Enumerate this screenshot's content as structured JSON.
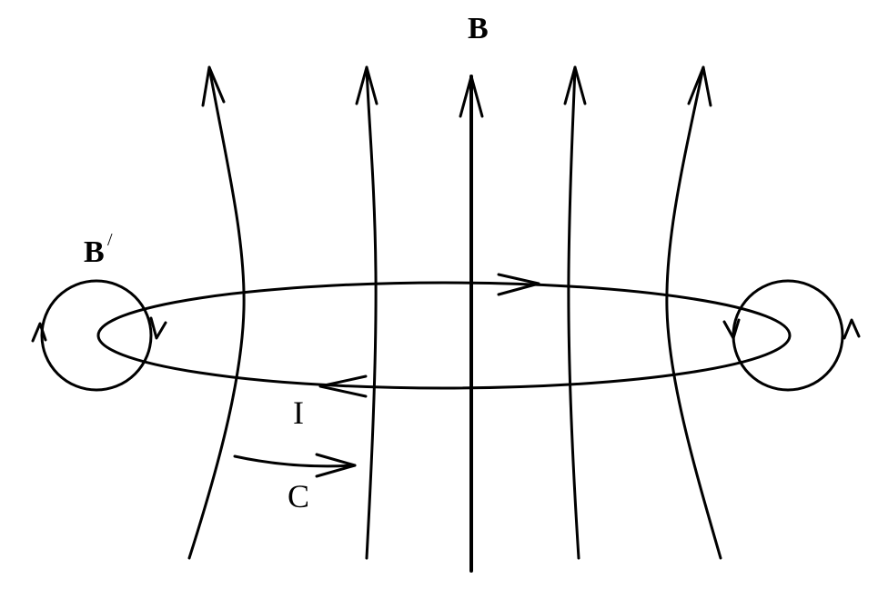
{
  "labels": {
    "field_main": "B",
    "field_loop": "B",
    "field_loop_prime": "/",
    "current": "I",
    "contour": "C"
  },
  "colors": {
    "ink": "#000000",
    "background": "#ffffff"
  }
}
